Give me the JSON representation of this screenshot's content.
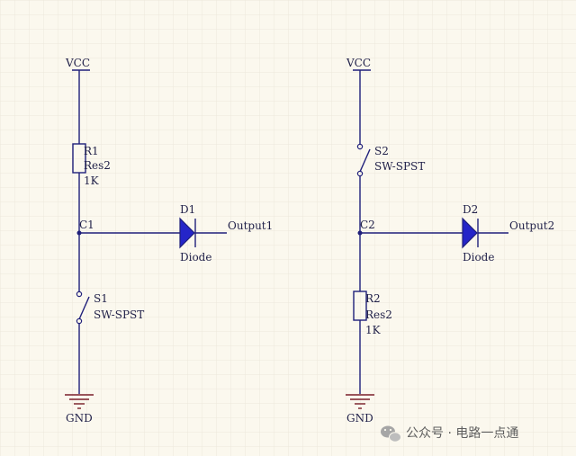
{
  "colors": {
    "background": "#fbf8ee",
    "grid": "#ece8dc",
    "wire": "#1f1f7a",
    "ground": "#7a1f2a",
    "diode_fill": "#2525c8",
    "text": "#22224a"
  },
  "circuit1": {
    "vcc": "VCC",
    "resistor": {
      "ref": "R1",
      "type": "Res2",
      "value": "1K"
    },
    "node": "C1",
    "diode": {
      "ref": "D1",
      "type": "Diode"
    },
    "output": "Output1",
    "switch": {
      "ref": "S1",
      "type": "SW-SPST"
    },
    "gnd": "GND"
  },
  "circuit2": {
    "vcc": "VCC",
    "switch": {
      "ref": "S2",
      "type": "SW-SPST"
    },
    "node": "C2",
    "diode": {
      "ref": "D2",
      "type": "Diode"
    },
    "output": "Output2",
    "resistor": {
      "ref": "R2",
      "type": "Res2",
      "value": "1K"
    },
    "gnd": "GND"
  },
  "watermark": {
    "icon": "wechat-icon",
    "text": "公众号 · 电路一点通"
  }
}
